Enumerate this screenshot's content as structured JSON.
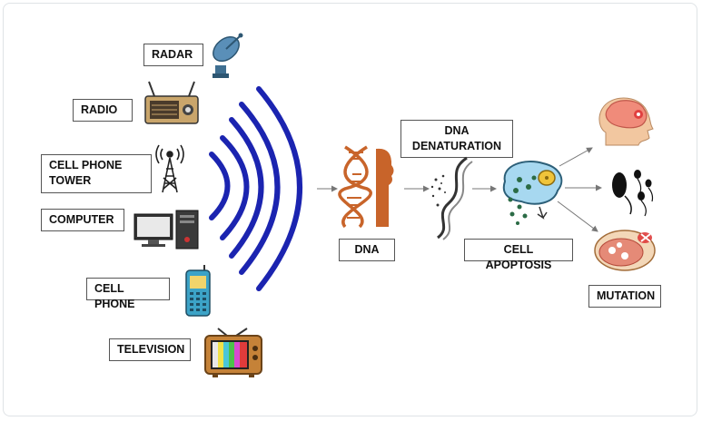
{
  "sources": {
    "radar": "RADAR",
    "radio": "RADIO",
    "cell_tower": "CELL PHONE\nTOWER",
    "computer": "COMPUTER",
    "cell_phone": "CELL PHONE",
    "television": "TELEVISION"
  },
  "process": {
    "dna": "DNA",
    "dna_denaturation": "DNA\nDENATURATION",
    "cell_apoptosis": "CELL APOPTOSIS"
  },
  "outcomes": {
    "mutation": "MUTATION"
  },
  "colors": {
    "wave": "#1b24b0",
    "dna_orange": "#c8642a",
    "cell_blue": "#a7d8f0",
    "arrow": "#777777"
  },
  "icons": [
    "satellite-dish-icon",
    "radio-icon",
    "cell-tower-icon",
    "computer-icon",
    "mobile-phone-icon",
    "television-icon",
    "dna-icon",
    "denatured-dna-icon",
    "apoptotic-cell-icon",
    "brain-head-icon",
    "sperm-cells-icon",
    "damaged-tissue-icon"
  ]
}
